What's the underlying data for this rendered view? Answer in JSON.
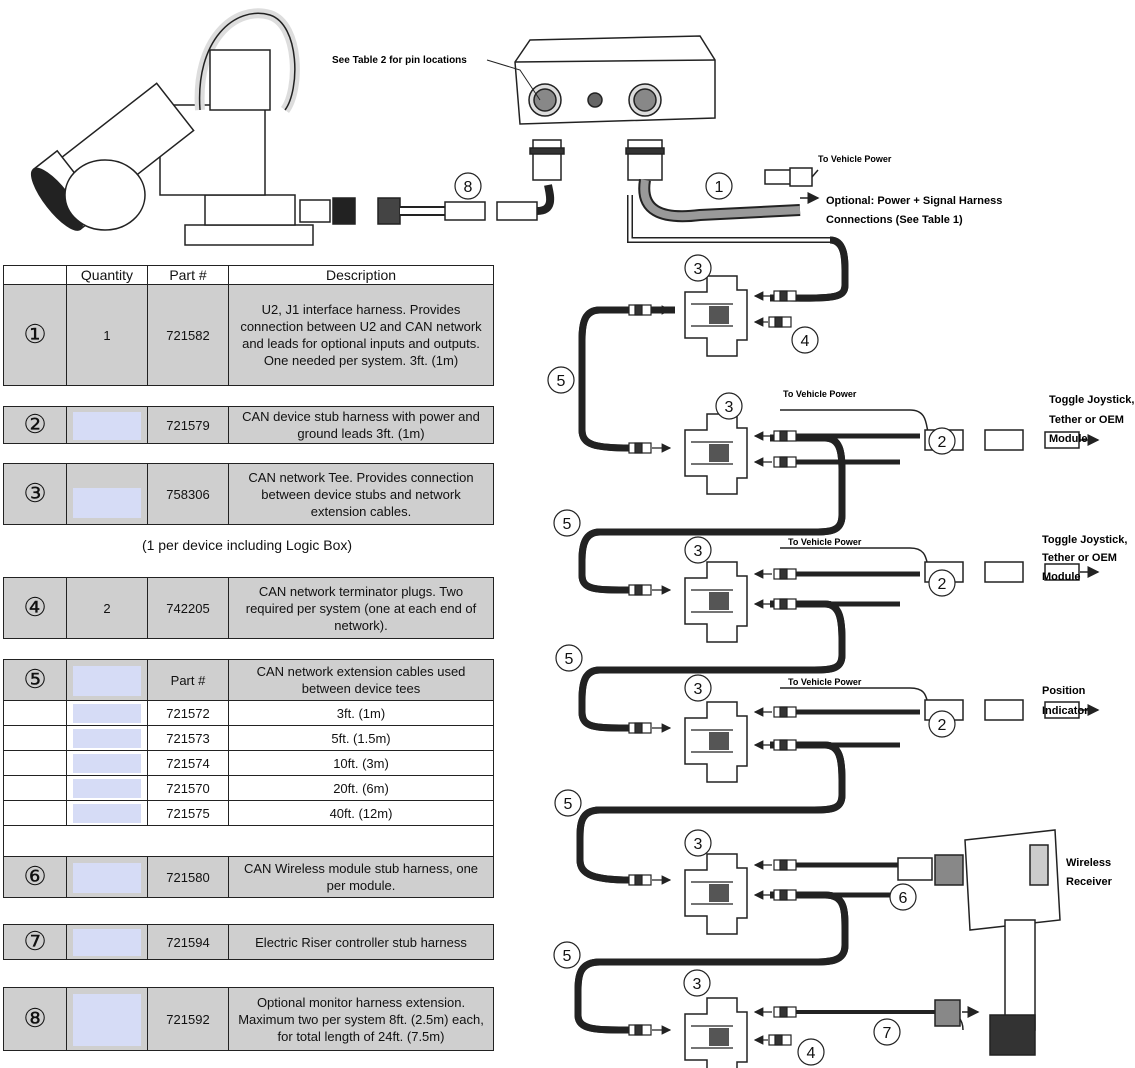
{
  "table": {
    "headers": {
      "quantity": "Quantity",
      "part": "Part #",
      "description": "Description"
    },
    "rows": [
      {
        "num": "①",
        "qty": "1",
        "part": "721582",
        "desc": "U2, J1 interface harness.  Provides connection between U2 and CAN network and leads for optional inputs and outputs.  One needed per system.  3ft. (1m)"
      },
      {
        "num": "②",
        "qty": "",
        "part": "721579",
        "desc": "CAN device stub harness with power and ground leads 3ft. (1m)"
      },
      {
        "num": "③",
        "qty": "",
        "part": "758306",
        "desc": "CAN network Tee.  Provides connection between device stubs and network extension cables."
      },
      {
        "num": "④",
        "qty": "2",
        "part": "742205",
        "desc": "CAN network terminator plugs.  Two required per system (one at each end of network)."
      },
      {
        "num": "⑤",
        "qty": "",
        "part": "Part #",
        "desc": "CAN network extension cables used between device tees"
      },
      {
        "num": "⑥",
        "qty": "",
        "part": "721580",
        "desc": "CAN Wireless module stub harness, one per module."
      },
      {
        "num": "⑦",
        "qty": "",
        "part": "721594",
        "desc": "Electric Riser controller stub harness"
      },
      {
        "num": "⑧",
        "qty": "",
        "part": "721592",
        "desc": "Optional monitor harness extension. Maximum two per system 8ft. (2.5m) each, for total length of 24ft. (7.5m)"
      }
    ],
    "extension_cables": [
      {
        "part": "721572",
        "length": "3ft. (1m)"
      },
      {
        "part": "721573",
        "length": "5ft. (1.5m)"
      },
      {
        "part": "721574",
        "length": "10ft. (3m)"
      },
      {
        "part": "721570",
        "length": "20ft. (6m)"
      },
      {
        "part": "721575",
        "length": "40ft. (12m)"
      }
    ],
    "tee_note": "(1 per device including Logic Box)"
  },
  "diagram": {
    "pin_callout": "See Table 2 for pin locations",
    "to_vehicle_power": "To Vehicle Power",
    "optional_harness_line1": "Optional: Power + Signal Harness",
    "optional_harness_line2": "Connections (See Table 1)",
    "toggle_line1": "Toggle Joystick,",
    "toggle_line2": "Tether or OEM",
    "toggle_line3": "Module",
    "position_line1": "Position",
    "position_line2": "Indicator",
    "wireless_line1": "Wireless",
    "wireless_line2": "Receiver",
    "callouts": {
      "c1": "1",
      "c2": "2",
      "c3": "3",
      "c4": "4",
      "c5": "5",
      "c6": "6",
      "c7": "7",
      "c8": "8"
    }
  },
  "colors": {
    "gray_fill": "#cfcfcf",
    "swatch_fill": "#d6dcf6",
    "line": "#222222"
  }
}
